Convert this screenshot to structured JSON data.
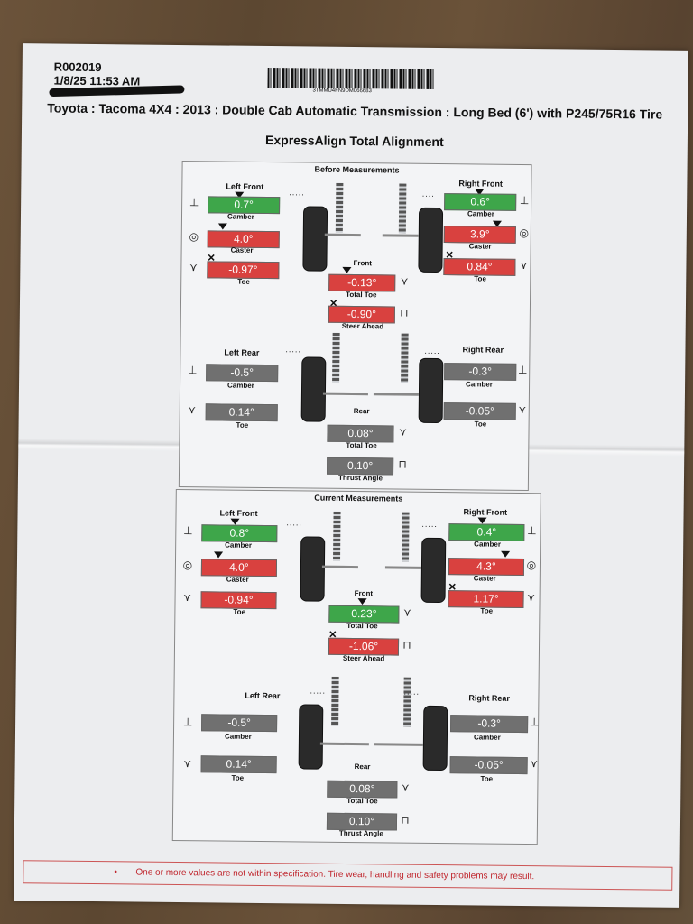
{
  "header": {
    "ro": "R002019",
    "datetime": "1/8/25 11:53 AM",
    "barcode_text": "3TMMU4FN9DM066683",
    "vehicle": "Toyota : Tacoma 4X4 : 2013 : Double Cab Automatic Transmission : Long Bed (6') with P245/75R16 Tire",
    "service": "ExpressAlign Total Alignment"
  },
  "before": {
    "title": "Before Measurements",
    "left_front": {
      "label": "Left Front",
      "camber": "0.7°",
      "caster": "4.0°",
      "toe": "-0.97°"
    },
    "right_front": {
      "label": "Right Front",
      "camber": "0.6°",
      "caster": "3.9°",
      "toe": "0.84°"
    },
    "front_label": "Front",
    "total_toe": "-0.13°",
    "steer_ahead": "-0.90°",
    "left_rear": {
      "label": "Left Rear",
      "camber": "-0.5°",
      "toe": "0.14°"
    },
    "right_rear": {
      "label": "Right Rear",
      "camber": "-0.3°",
      "toe": "-0.05°"
    },
    "rear_label": "Rear",
    "rear_total_toe": "0.08°",
    "thrust_angle": "0.10°"
  },
  "current": {
    "title": "Current Measurements",
    "left_front": {
      "label": "Left Front",
      "camber": "0.8°",
      "caster": "4.0°",
      "toe": "-0.94°"
    },
    "right_front": {
      "label": "Right Front",
      "camber": "0.4°",
      "caster": "4.3°",
      "toe": "1.17°"
    },
    "front_label": "Front",
    "total_toe": "0.23°",
    "steer_ahead": "-1.06°",
    "left_rear": {
      "label": "Left Rear",
      "camber": "-0.5°",
      "toe": "0.14°"
    },
    "right_rear": {
      "label": "Right Rear",
      "camber": "-0.3°",
      "toe": "-0.05°"
    },
    "rear_label": "Rear",
    "rear_total_toe": "0.08°",
    "thrust_angle": "0.10°"
  },
  "labels": {
    "camber": "Camber",
    "caster": "Caster",
    "toe": "Toe",
    "total_toe": "Total Toe",
    "steer_ahead": "Steer Ahead",
    "thrust_angle": "Thrust Angle",
    "dots": "....."
  },
  "warning": {
    "bullet": "•",
    "text": "One or more values are not within specification.  Tire wear, handling and safety problems may result."
  },
  "colors": {
    "in_spec": "#3ea64a",
    "out_spec": "#d9413f",
    "info": "#707070"
  }
}
